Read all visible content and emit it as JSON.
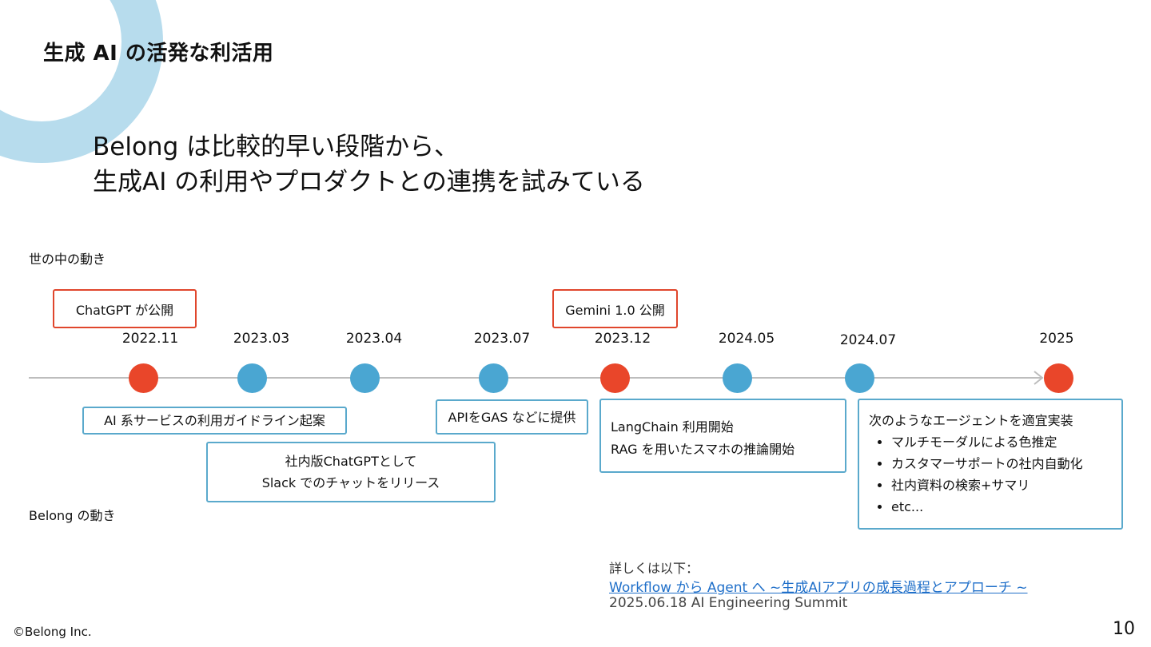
{
  "slide": {
    "title": "生成 AI の活発な利活用",
    "headline_line1": "Belong は比較的早い段階から、",
    "headline_line2": "生成AI の利用やプロダクトとの連携を試みている",
    "world_label": "世の中の動き",
    "belong_label": "Belong の動き",
    "copyright": "©Belong Inc.",
    "page_number": "10"
  },
  "colors": {
    "accent_red": "#e9462a",
    "accent_blue": "#4aa6d2",
    "deco_arc": "#b7dced",
    "link": "#1f6fc9"
  },
  "timeline": {
    "dates": [
      "2022.11",
      "2023.03",
      "2023.04",
      "2023.07",
      "2023.12",
      "2024.05",
      "2024.07",
      "2025"
    ],
    "world_events": {
      "chatgpt": "ChatGPT が公開",
      "gemini": "Gemini 1.0 公開"
    },
    "belong_events": {
      "guideline": "AI 系サービスの利用ガイドライン起案",
      "slack_line1": "社内版ChatGPTとして",
      "slack_line2": "Slack でのチャットをリリース",
      "api_gas": "APIをGAS などに提供",
      "langchain_line1": "LangChain 利用開始",
      "langchain_line2": "RAG を用いたスマホの推論開始",
      "agents_heading": "次のようなエージェントを適宜実装",
      "agents_items": [
        "マルチモーダルによる色推定",
        "カスタマーサポートの社内自動化",
        "社内資料の検索+サマリ",
        "etc..."
      ]
    }
  },
  "reference": {
    "heading": "詳しくは以下：",
    "link_text": "Workflow から Agent へ ~生成AIアプリの成長過程とアプローチ ~",
    "event": "2025.06.18 AI Engineering Summit"
  }
}
